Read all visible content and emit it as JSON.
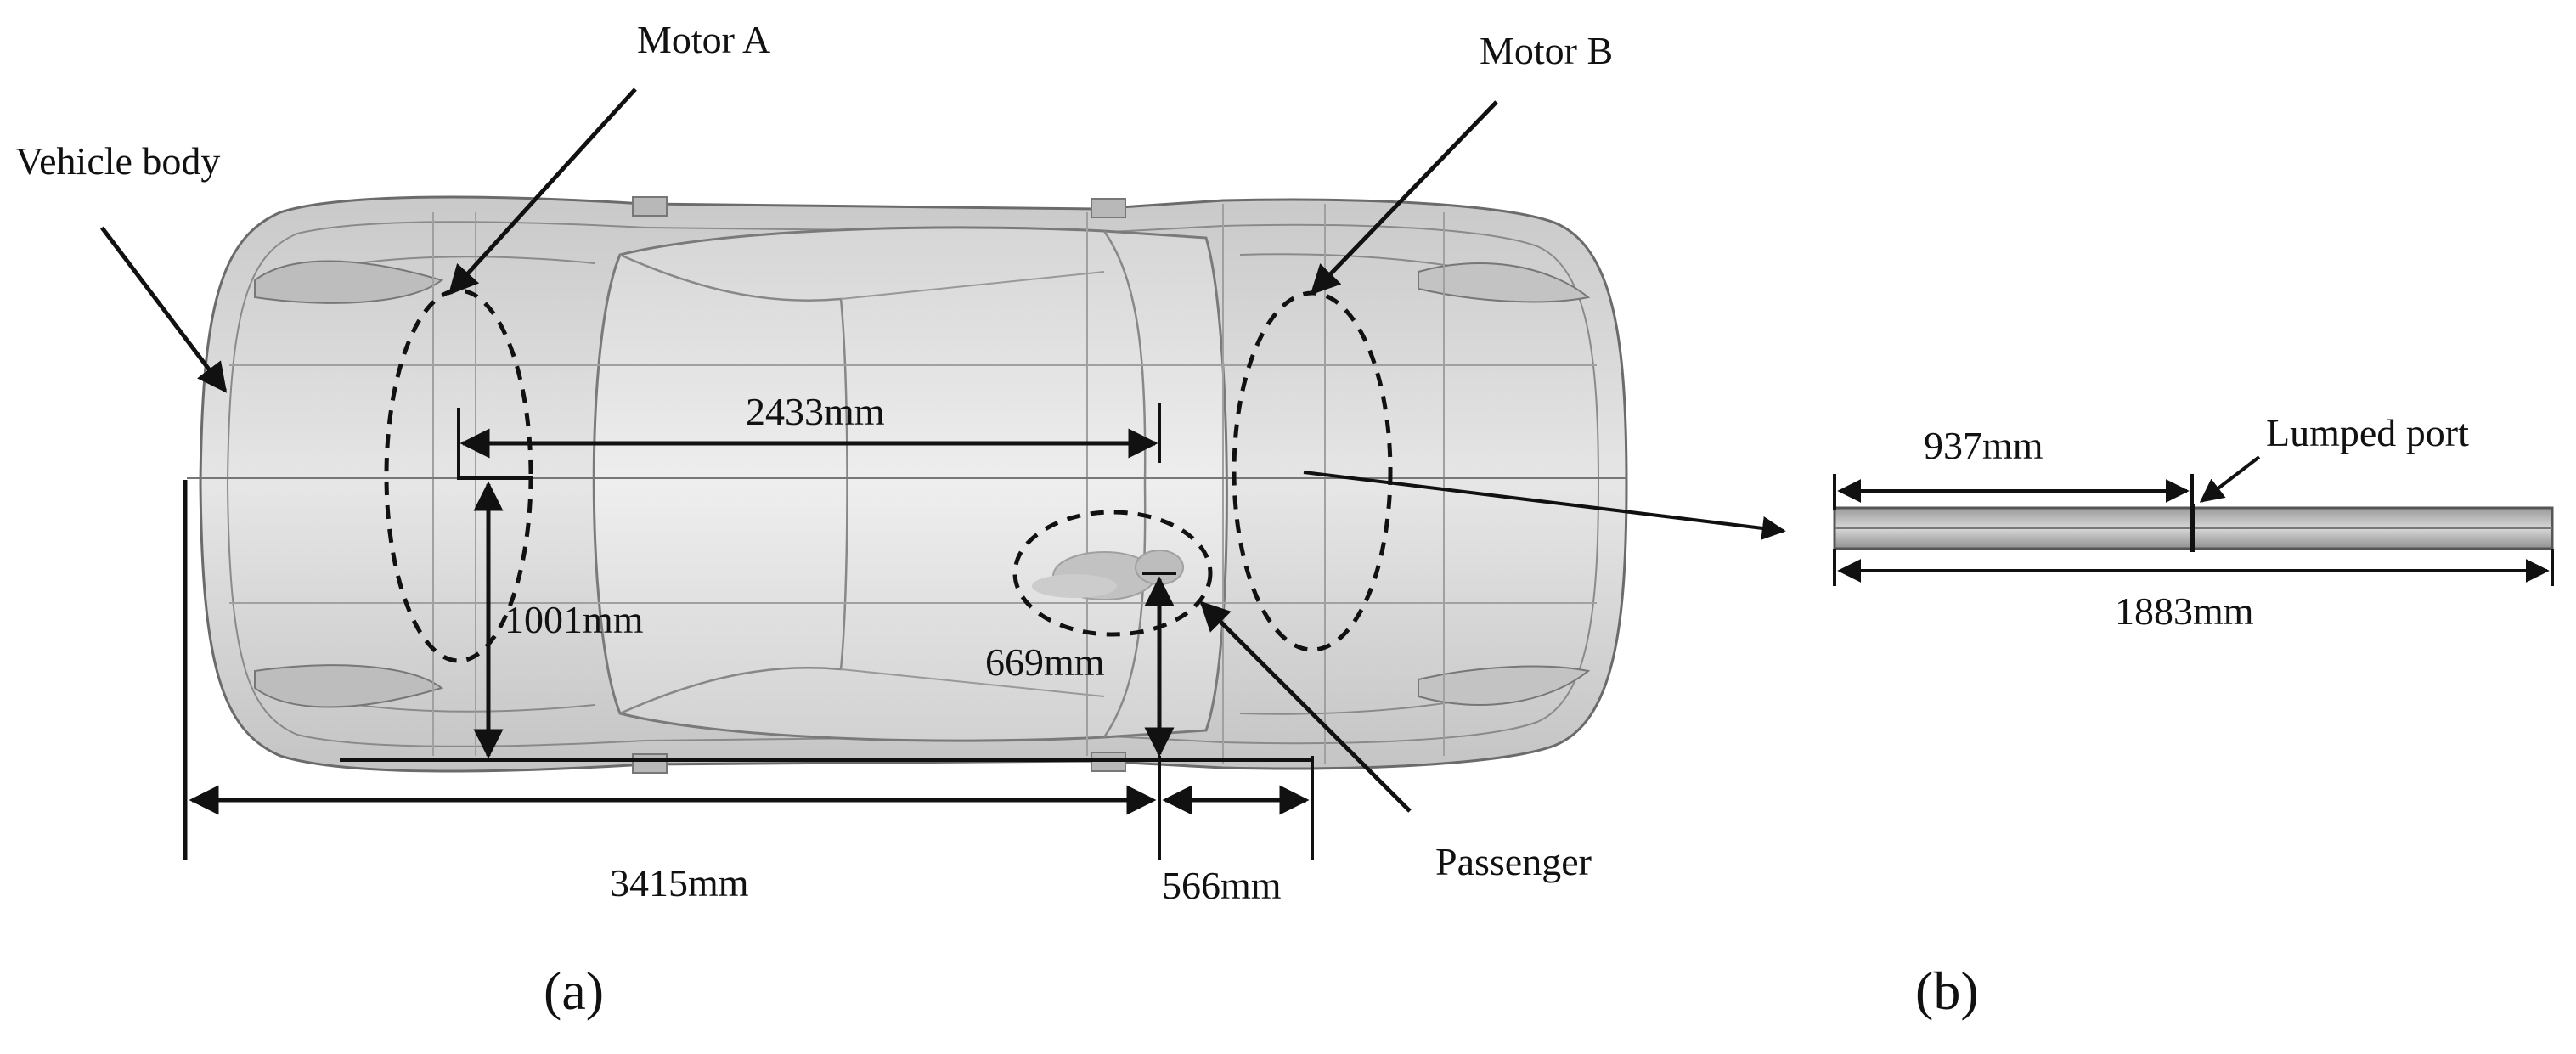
{
  "labels": {
    "vehicle_body": "Vehicle body",
    "motor_a": "Motor A",
    "motor_b": "Motor B",
    "passenger": "Passenger",
    "lumped_port": "Lumped port"
  },
  "dimensions": {
    "motor_spacing": "2433mm",
    "motor_offset": "1001mm",
    "passenger_offset_side": "669mm",
    "passenger_offset_front": "3415mm",
    "passenger_offset_rear": "566mm",
    "port_position": "937mm",
    "cable_length": "1883mm"
  },
  "captions": {
    "a": "(a)",
    "b": "(b)"
  }
}
